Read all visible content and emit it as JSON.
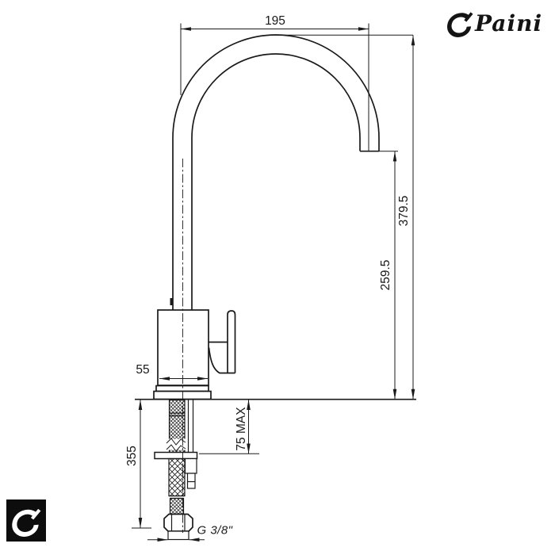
{
  "brand": {
    "name": "Paini"
  },
  "dimensions": {
    "spout_reach": "195",
    "overall_height": "379.5",
    "outlet_height": "259.5",
    "body_diameter": "55",
    "hose_length": "355",
    "counter_thickness": "75 MAX",
    "thread_size": "G 3/8\""
  },
  "colors": {
    "line": "#1a1a1a",
    "background": "#ffffff",
    "logo": "#141414"
  }
}
